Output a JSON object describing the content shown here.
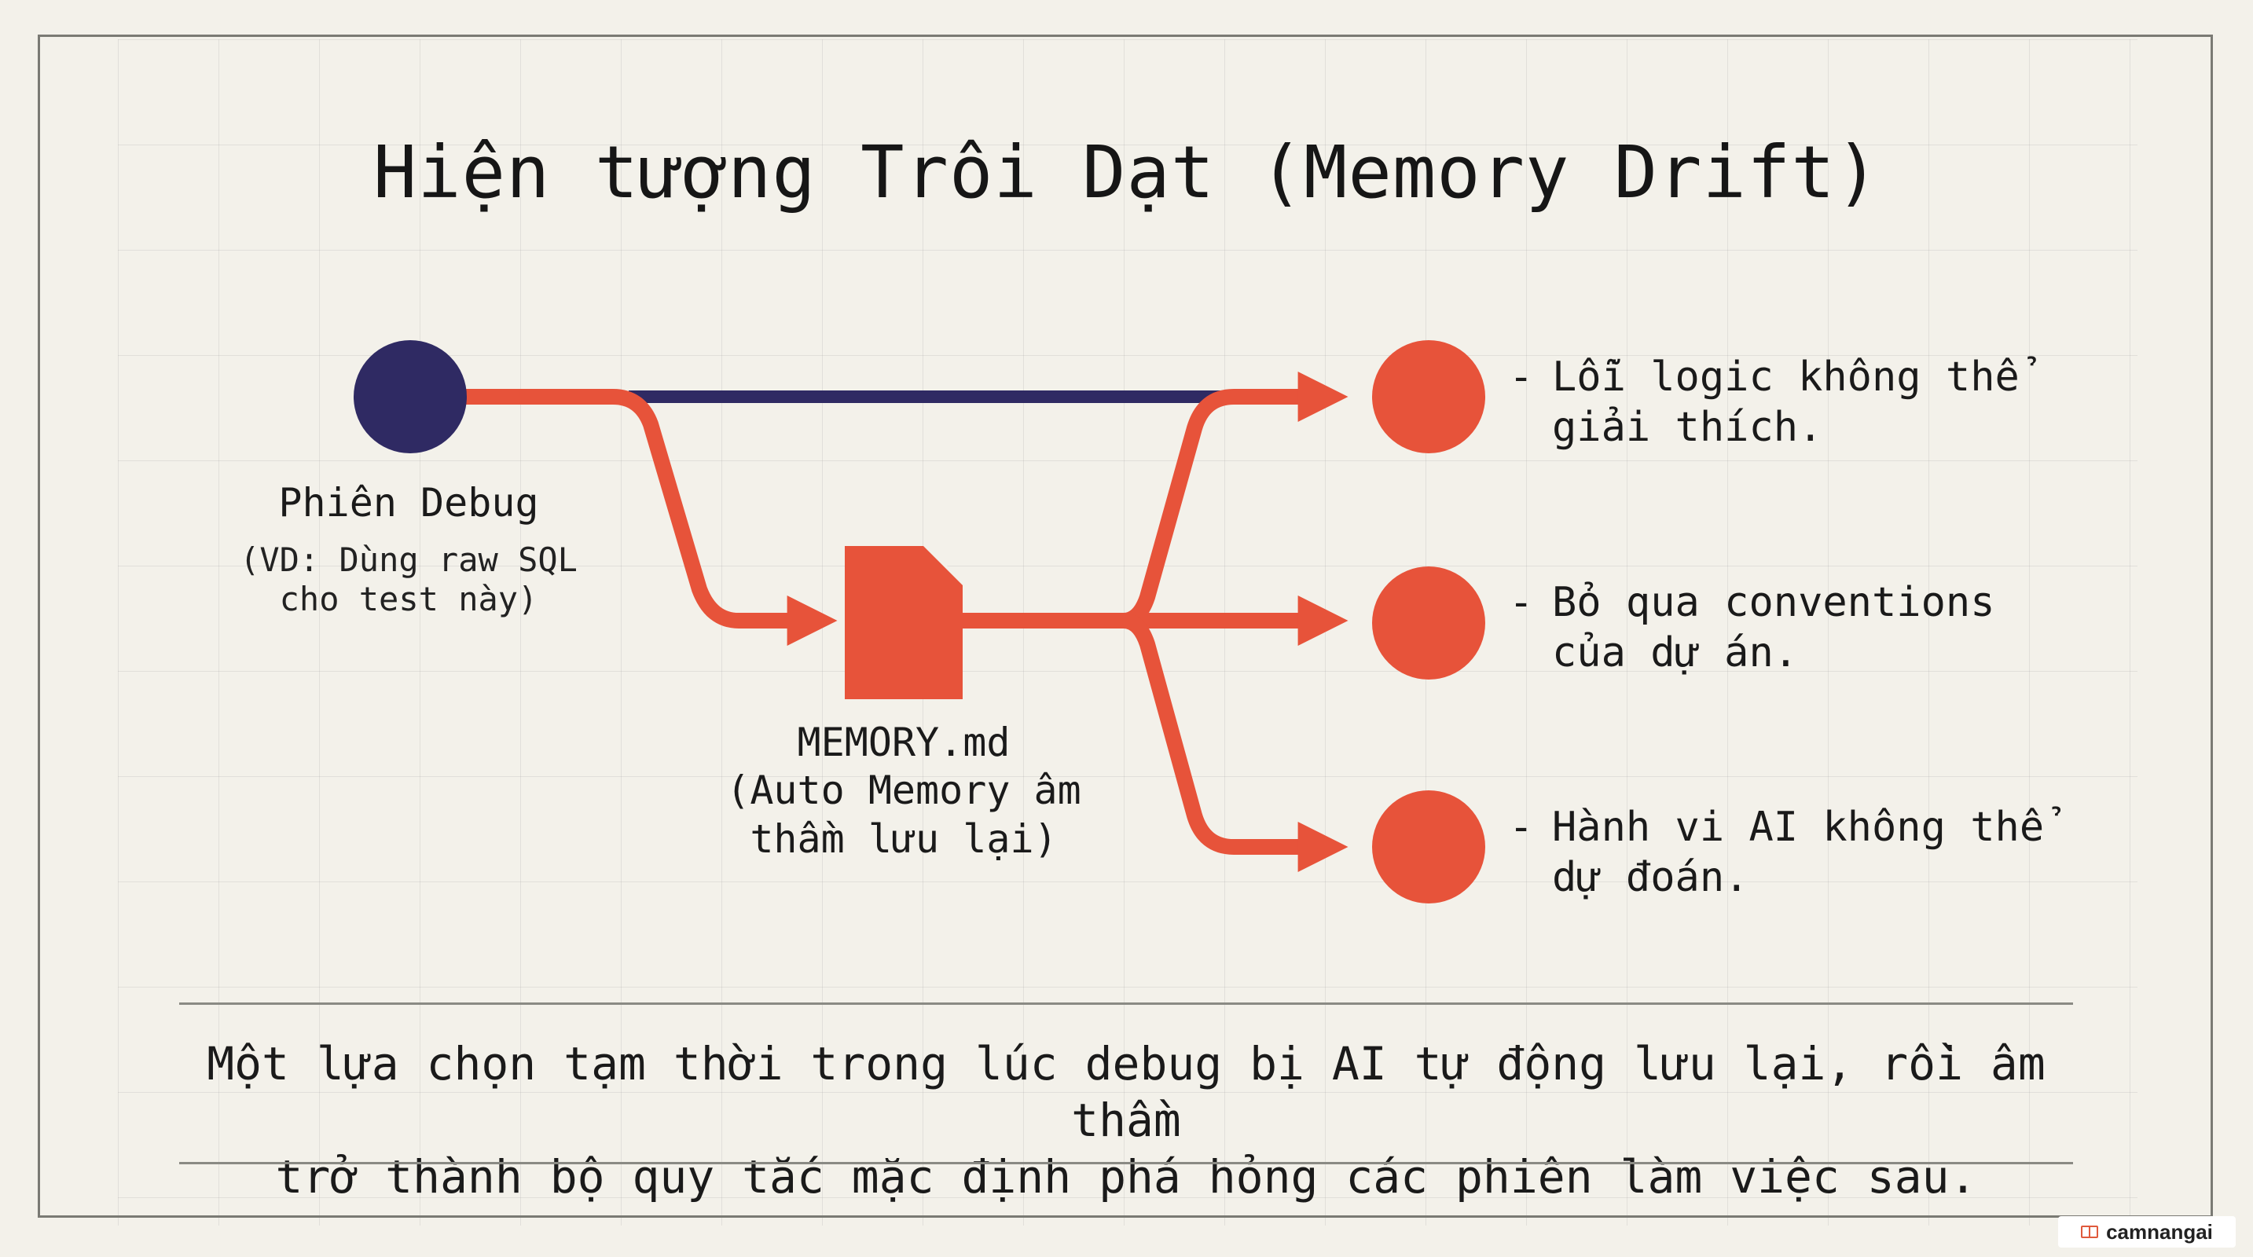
{
  "title": "Hiện tượng Trôi Dạt (Memory Drift)",
  "colors": {
    "background": "#f3f1ea",
    "accent": "#e7533a",
    "navy": "#2f2a63",
    "text": "#1a1a1a"
  },
  "source": {
    "label": "Phiên Debug",
    "note_line1": "(VD: Dùng raw SQL",
    "note_line2": "cho test này)"
  },
  "memory_file": {
    "label": "MEMORY.md",
    "note_line1": "(Auto Memory âm",
    "note_line2": "thầm lưu lại)",
    "icon": "document-icon"
  },
  "outcomes": [
    {
      "bullet": "-",
      "line1": "Lỗi logic không thể",
      "line2": "giải thích."
    },
    {
      "bullet": "-",
      "line1": "Bỏ qua conventions",
      "line2": "của dự án."
    },
    {
      "bullet": "-",
      "line1": "Hành vi AI không thể",
      "line2": "dự đoán."
    }
  ],
  "caption": {
    "line1": "Một lựa chọn tạm thời trong lúc debug bị AI tự động lưu lại, rồi âm thầm",
    "line2": "trở thành bộ quy tắc mặc định phá hỏng các phiên làm việc sau."
  },
  "watermark": {
    "text": "camnangai",
    "icon": "book-icon"
  }
}
